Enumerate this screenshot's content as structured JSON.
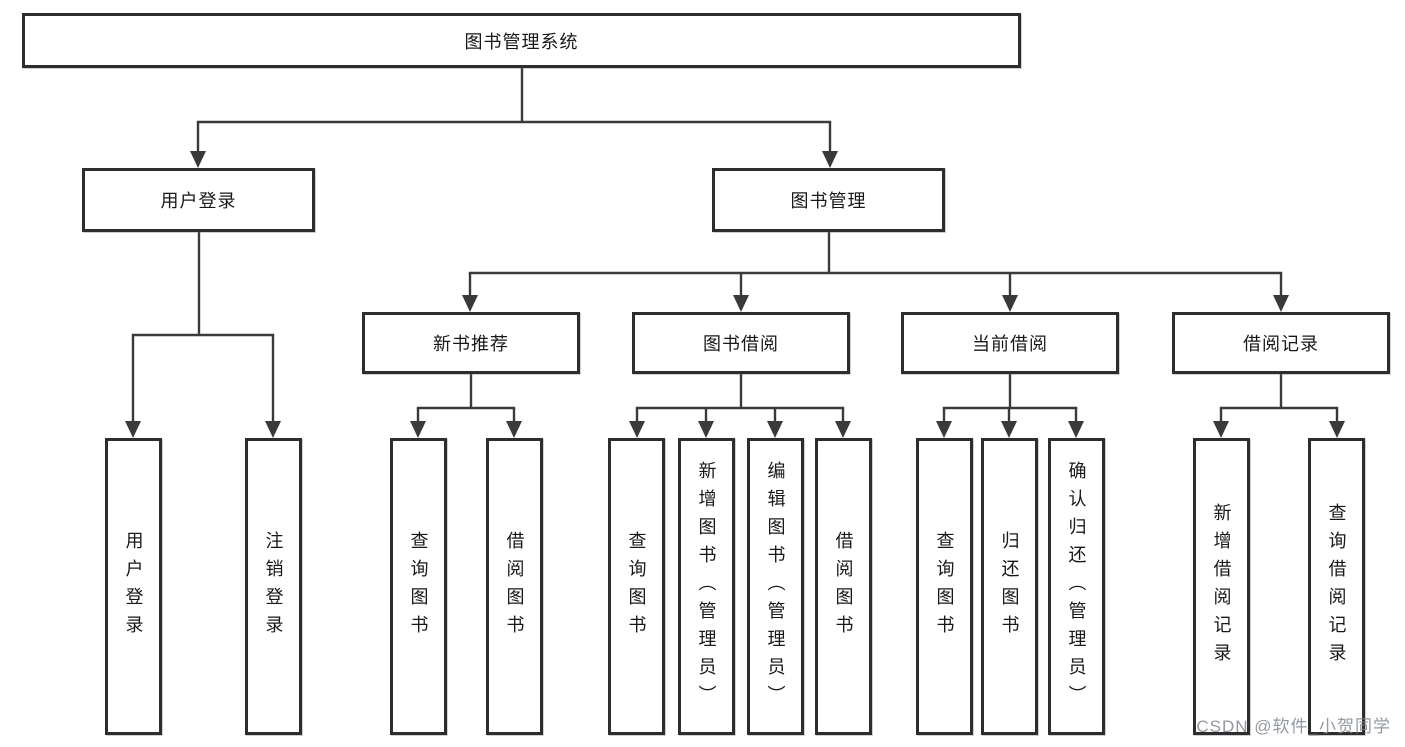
{
  "diagram": {
    "root": {
      "label": "图书管理系统"
    },
    "level2": [
      {
        "label": "用户登录"
      },
      {
        "label": "图书管理"
      }
    ],
    "level3": [
      {
        "label": "新书推荐",
        "parent": "图书管理"
      },
      {
        "label": "图书借阅",
        "parent": "图书管理"
      },
      {
        "label": "当前借阅",
        "parent": "图书管理"
      },
      {
        "label": "借阅记录",
        "parent": "图书管理"
      }
    ],
    "leaves": [
      {
        "label": "用户登录",
        "parent": "用户登录"
      },
      {
        "label": "注销登录",
        "parent": "用户登录"
      },
      {
        "label": "查询图书",
        "parent": "新书推荐"
      },
      {
        "label": "借阅图书",
        "parent": "新书推荐"
      },
      {
        "label": "查询图书",
        "parent": "图书借阅"
      },
      {
        "label": "新增图书（管理员）",
        "parent": "图书借阅"
      },
      {
        "label": "编辑图书（管理员）",
        "parent": "图书借阅"
      },
      {
        "label": "借阅图书",
        "parent": "图书借阅"
      },
      {
        "label": "查询图书",
        "parent": "当前借阅"
      },
      {
        "label": "归还图书",
        "parent": "当前借阅"
      },
      {
        "label": "确认归还（管理员）",
        "parent": "当前借阅"
      },
      {
        "label": "新增借阅记录",
        "parent": "借阅记录"
      },
      {
        "label": "查询借阅记录",
        "parent": "借阅记录"
      }
    ]
  },
  "watermark": {
    "text": "CSDN @软件_小贺同学"
  },
  "colors": {
    "background": "#ffffff",
    "line": "#3a3a3a",
    "box_border": "#2d2d2d",
    "text": "#181818",
    "watermark": "#808690"
  }
}
